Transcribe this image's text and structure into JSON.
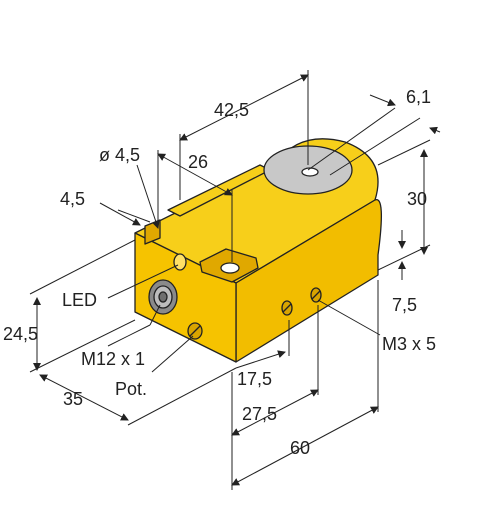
{
  "colors": {
    "housing_top": "#f7cf1a",
    "housing_side": "#f2bd00",
    "housing_front": "#f6c300",
    "housing_dark": "#e0a800",
    "sensor_face": "#c8c8c8",
    "connector": "#8a8a8a",
    "line": "#222222"
  },
  "icons": {
    "sensor_face": "circle-face-icon",
    "connector": "m12-connector-icon",
    "led": "led-icon",
    "potentiometer": "screw-slot-icon"
  },
  "labels": {
    "dim_42_5": "42,5",
    "dim_6_1": "6,1",
    "dim_d4_5": "ø 4,5",
    "dim_26": "26",
    "dim_4_5": "4,5",
    "dim_30": "30",
    "dim_24_5": "24,5",
    "dim_7_5": "7,5",
    "dim_35": "35",
    "dim_17_5": "17,5",
    "dim_27_5": "27,5",
    "dim_60": "60",
    "led": "LED",
    "m12": "M12 x 1",
    "pot": "Pot.",
    "m3": "M3 x 5"
  }
}
